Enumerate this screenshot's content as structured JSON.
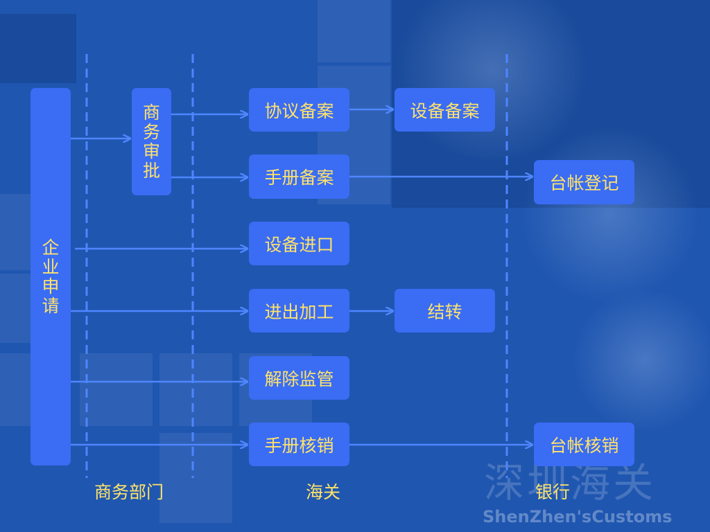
{
  "enterprise": {
    "chars": [
      "企",
      "业",
      "申",
      "请"
    ]
  },
  "commerce_approval": {
    "chars": [
      "商",
      "务",
      "审",
      "批"
    ]
  },
  "nodes": {
    "agreement_filing": "协议备案",
    "equipment_filing": "设备备案",
    "manual_filing": "手册备案",
    "ledger_register": "台帐登记",
    "equipment_import": "设备进口",
    "processing": "进出加工",
    "transfer": "结转",
    "release_supervision": "解除监管",
    "manual_writeoff": "手册核销",
    "ledger_writeoff": "台帐核销"
  },
  "lanes": {
    "commerce": "商务部门",
    "customs": "海关",
    "bank": "银行"
  },
  "watermark": {
    "cn": "深圳海关",
    "en": "ShenZhen'sCustoms"
  },
  "colors": {
    "background": "#1f56b0",
    "box": "#3a6cf4",
    "text": "#ffe36a",
    "divider": "#4f86ff",
    "arrow": "#4f86ff"
  }
}
